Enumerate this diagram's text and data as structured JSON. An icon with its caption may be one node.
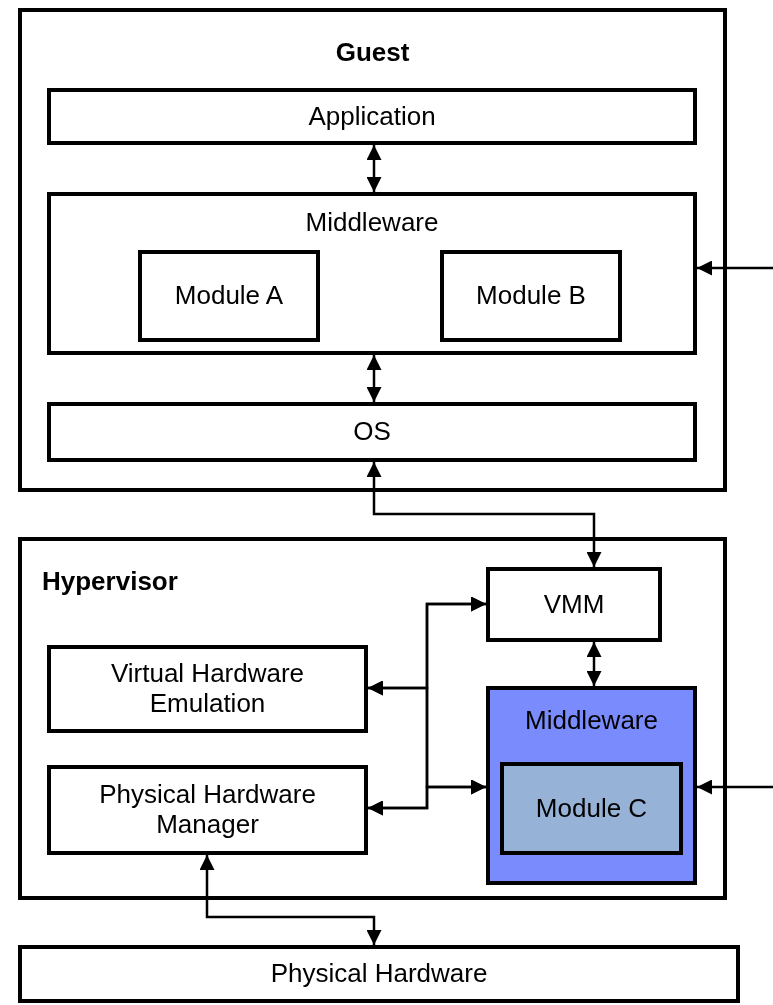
{
  "diagram": {
    "nodes": [
      {
        "text": [
          "Guest"
        ]
      },
      {
        "text": [
          "Application"
        ],
        "in": 0
      },
      {
        "text": [
          "Middleware"
        ],
        "in": 0
      },
      {
        "text": [
          "Module A"
        ],
        "in": 2
      },
      {
        "text": [
          "Module B"
        ],
        "in": 2
      },
      {
        "text": [
          "OS"
        ],
        "in": 0
      },
      {
        "text": [
          "Hypervisor"
        ]
      },
      {
        "text": [
          "VMM"
        ],
        "in": 6
      },
      {
        "text": [
          "Virtual Hardware Emulation"
        ],
        "in": 6
      },
      {
        "text": [
          "Physical Hardware Manager"
        ],
        "in": 6
      },
      {
        "text": [
          "Middleware"
        ],
        "in": 6
      },
      {
        "text": [
          "Module C"
        ],
        "in": 10
      },
      {
        "text": [
          "Physical Hardware"
        ]
      }
    ],
    "edges": [
      {
        "from": 1,
        "to": 2,
        "arrow": "both"
      },
      {
        "from": 2,
        "to": 5,
        "arrow": "both"
      },
      {
        "from": 5,
        "to": 7,
        "arrow": "both"
      },
      {
        "from": 7,
        "to": 10,
        "arrow": "both"
      },
      {
        "from": 7,
        "to": 8,
        "arrow": "both"
      },
      {
        "from": 7,
        "to": 9,
        "arrow": "both"
      },
      {
        "from": 10,
        "to": 8,
        "arrow": "both"
      },
      {
        "from": 10,
        "to": 9,
        "arrow": "both"
      },
      {
        "from": 9,
        "to": 12,
        "arrow": "both"
      },
      {
        "from": null,
        "to": 2,
        "arrow": "to"
      },
      {
        "from": null,
        "to": 10,
        "arrow": "to"
      }
    ]
  }
}
